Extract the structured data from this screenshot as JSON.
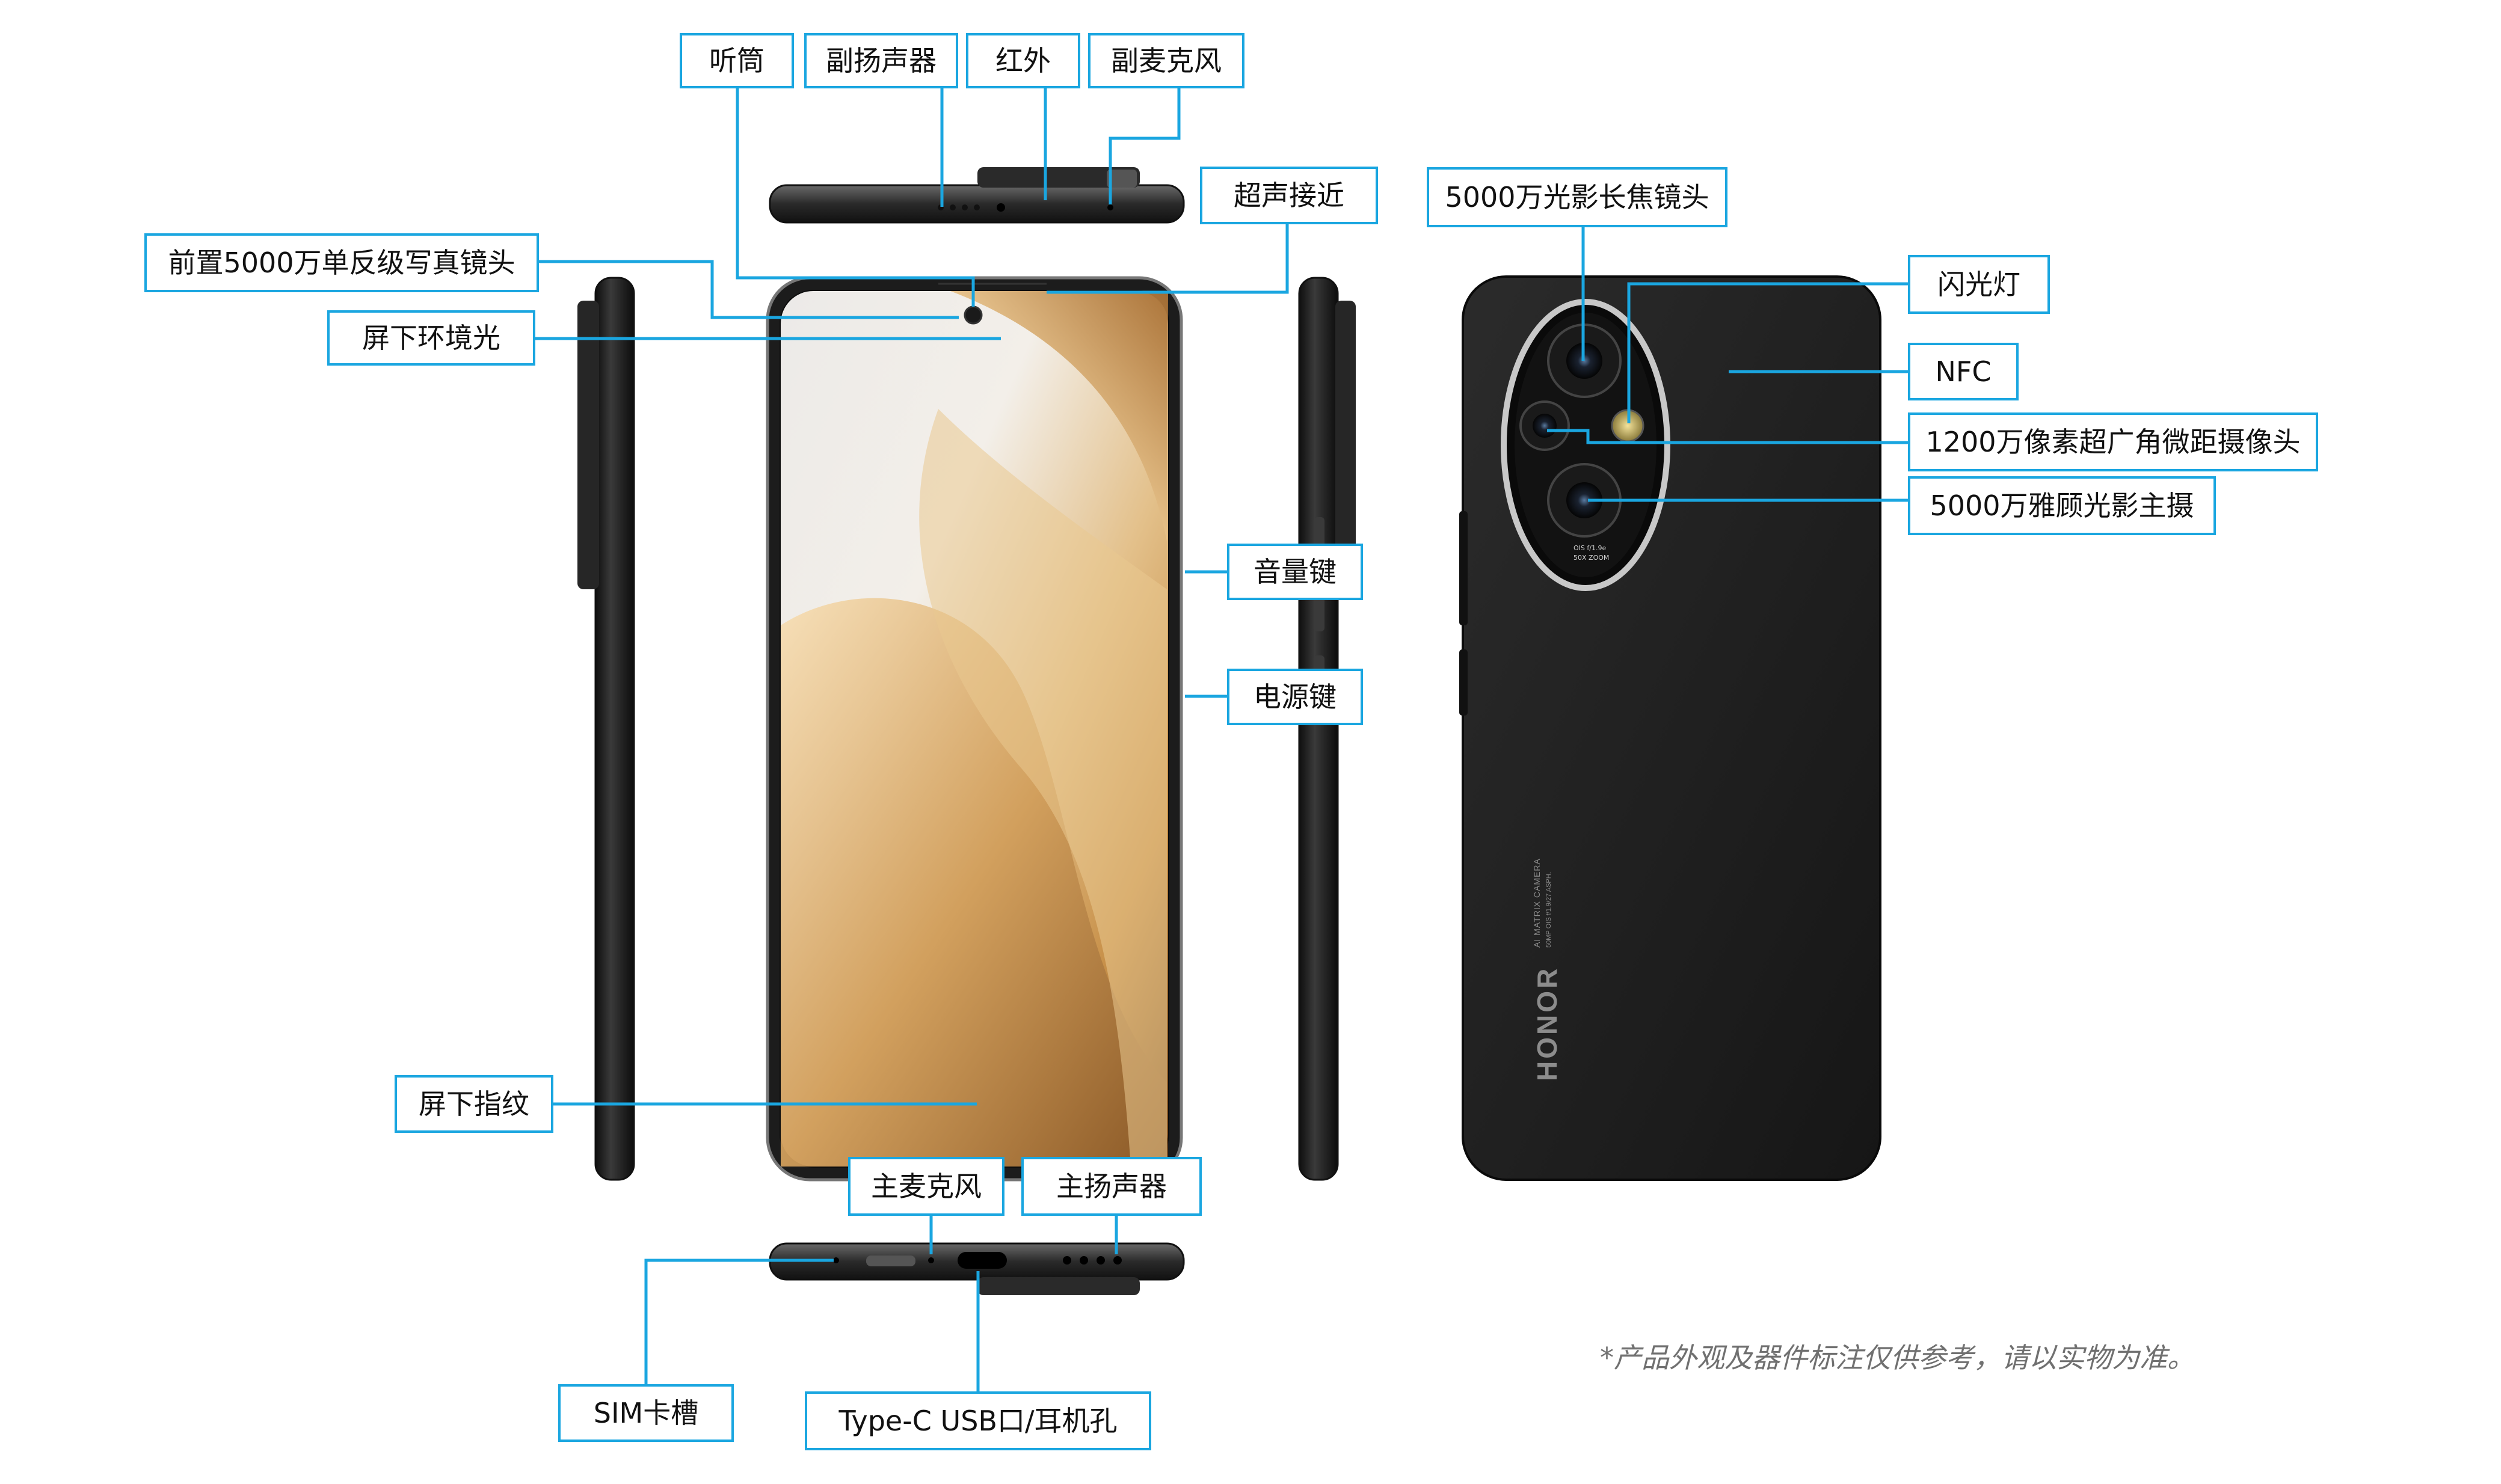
{
  "labels": {
    "earpiece": "听筒",
    "secondary_speaker": "副扬声器",
    "infrared": "红外",
    "secondary_mic": "副麦克风",
    "ultrasonic_proximity": "超声接近",
    "front_camera": "前置5000万单反级写真镜头",
    "ambient_light": "屏下环境光",
    "volume_key": "音量键",
    "power_key": "电源键",
    "fingerprint": "屏下指纹",
    "main_mic": "主麦克风",
    "main_speaker": "主扬声器",
    "sim_slot": "SIM卡槽",
    "usb_port": "Type-C USB口/耳机孔",
    "telephoto": "5000万光影长焦镜头",
    "flash": "闪光灯",
    "nfc": "NFC",
    "ultrawide": "1200万像素超广角微距摄像头",
    "main_camera": "5000万雅顾光影主摄"
  },
  "device_print": {
    "brand": "HONOR",
    "camera_line1": "AI MATRIX CAMERA",
    "camera_line2": "50MP OIS f/1.9/27 ASPH.",
    "lens_line1": "OIS f/1.9e",
    "lens_line2": "50X ZOOM"
  },
  "disclaimer": "*产品外观及器件标注仅供参考，请以实物为准。",
  "colors": {
    "accent_line": "#1aa6e0",
    "phone_body": "#1e1e1e",
    "screen_gold": "#d9a861",
    "background": "#ffffff"
  }
}
